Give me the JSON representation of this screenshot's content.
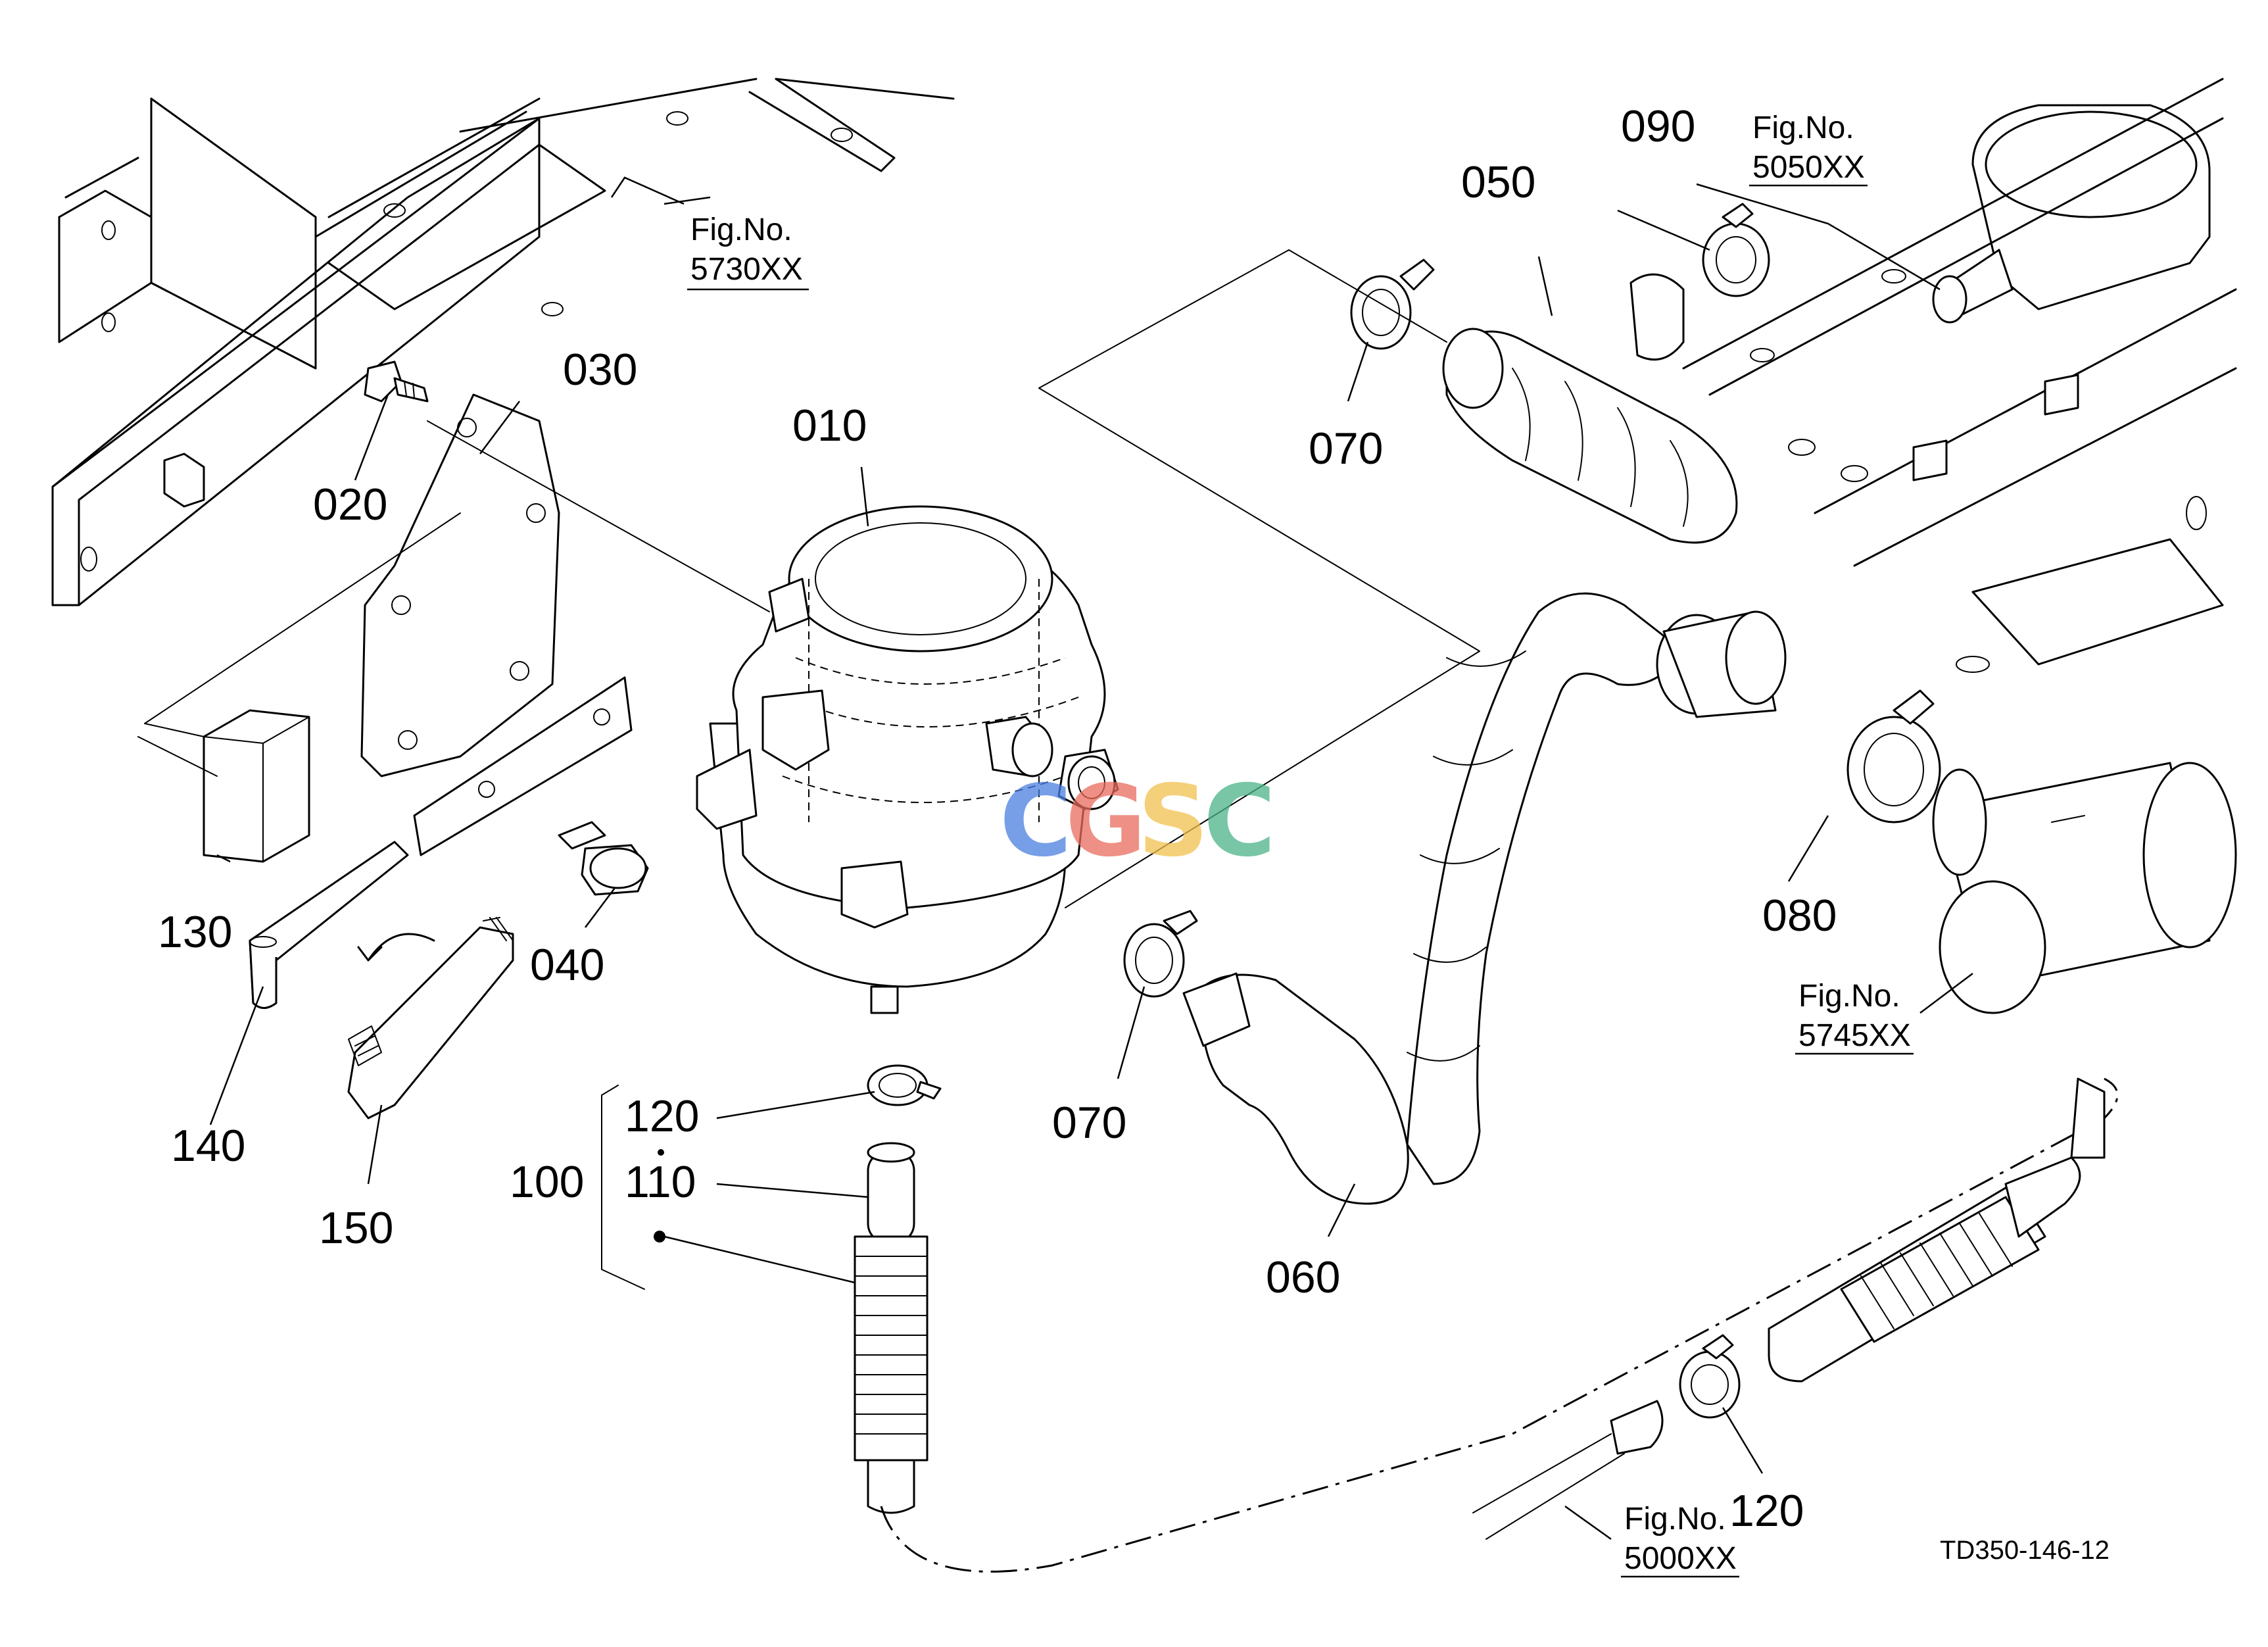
{
  "drawing_code": "TD350-146-12",
  "watermark": {
    "text": "CGSC",
    "colors": [
      "#4a7fe0",
      "#e96b5e",
      "#f2c14e",
      "#4cb489"
    ]
  },
  "part_labels": {
    "p010": "010",
    "p020": "020",
    "p030": "030",
    "p040": "040",
    "p050": "050",
    "p060": "060",
    "p070a": "070",
    "p070b": "070",
    "p080": "080",
    "p090": "090",
    "p100": "100",
    "p110": "110",
    "p120a": "120",
    "p120b": "120",
    "p130": "130",
    "p140": "140",
    "p150": "150"
  },
  "figure_refs": {
    "r5730": {
      "prefix": "Fig.No.",
      "number": "5730XX"
    },
    "r5050": {
      "prefix": "Fig.No.",
      "number": "5050XX"
    },
    "r5745": {
      "prefix": "Fig.No.",
      "number": "5745XX"
    },
    "r5000": {
      "prefix": "Fig.No.",
      "number": "5000XX"
    }
  }
}
